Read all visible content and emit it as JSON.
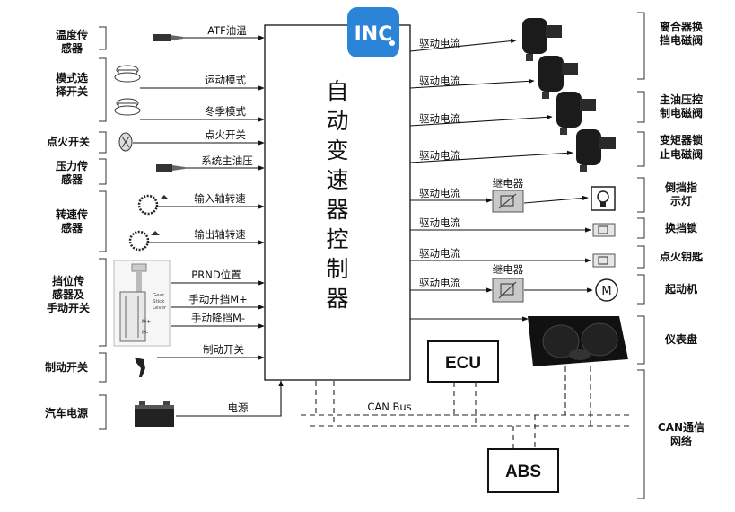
{
  "controller": {
    "label": "自动变速器控制器",
    "chars": [
      "自",
      "动",
      "变",
      "速",
      "器",
      "控",
      "制",
      "器"
    ]
  },
  "logo": {
    "text": "INC"
  },
  "inputs": {
    "groups": [
      {
        "id": "temp",
        "lines": [
          "温度传",
          "感器"
        ]
      },
      {
        "id": "mode",
        "lines": [
          "模式选",
          "择开关"
        ]
      },
      {
        "id": "ignition",
        "lines": [
          "点火开关"
        ]
      },
      {
        "id": "pressure",
        "lines": [
          "压力传",
          "感器"
        ]
      },
      {
        "id": "speed",
        "lines": [
          "转速传",
          "感器"
        ]
      },
      {
        "id": "gear",
        "lines": [
          "挡位传",
          "感器及",
          "手动开关"
        ]
      },
      {
        "id": "brake",
        "lines": [
          "制动开关"
        ]
      },
      {
        "id": "power",
        "lines": [
          "汽车电源"
        ]
      }
    ],
    "signals": [
      "ATF油温",
      "运动模式",
      "冬季模式",
      "点火开关",
      "系统主油压",
      "输入轴转速",
      "输出轴转速",
      "PRND位置",
      "手动升挡M+",
      "手动降挡M-",
      "制动开关",
      "电源"
    ],
    "gear_lever_text": [
      "Gear",
      "Stick",
      "Lever",
      "M+",
      "M-"
    ]
  },
  "outputs": {
    "drive_current_label": "驱动电流",
    "relay_label": "继电器",
    "groups": [
      {
        "id": "clutch",
        "lines": [
          "离合器换",
          "挡电磁阀"
        ]
      },
      {
        "id": "main-pressure",
        "lines": [
          "主油压控",
          "制电磁阀"
        ]
      },
      {
        "id": "torque-converter",
        "lines": [
          "变矩器锁",
          "止电磁阀"
        ]
      },
      {
        "id": "reverse-lamp",
        "lines": [
          "倒挡指",
          "示灯"
        ]
      },
      {
        "id": "shift-lock",
        "lines": [
          "换挡锁"
        ]
      },
      {
        "id": "ignition-key",
        "lines": [
          "点火钥匙"
        ]
      },
      {
        "id": "starter",
        "lines": [
          "起动机"
        ]
      },
      {
        "id": "dashboard",
        "lines": [
          "仪表盘"
        ]
      },
      {
        "id": "can-network",
        "lines": [
          "CAN通信",
          "网络"
        ]
      }
    ],
    "motor_symbol": "M"
  },
  "bus": {
    "ecu": "ECU",
    "abs": "ABS",
    "can_bus": "CAN Bus"
  }
}
